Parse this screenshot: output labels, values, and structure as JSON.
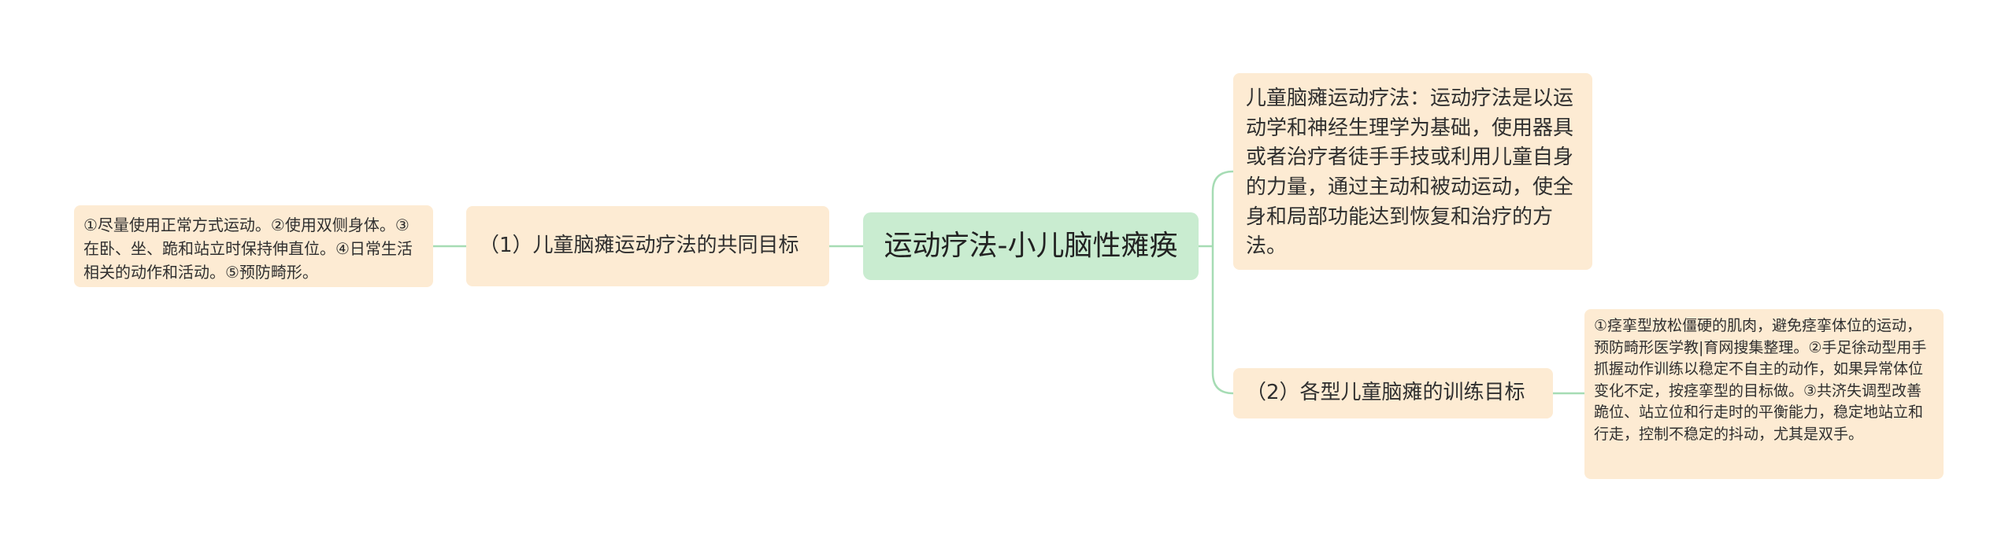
{
  "mindmap": {
    "root": "运动疗法-小儿脑性瘫痪",
    "left": {
      "branch": "（1）儿童脑瘫运动疗法的共同目标",
      "detail": "①尽量使用正常方式运动。②使用双侧身体。③在卧、坐、跪和站立时保持伸直位。④日常生活相关的动作和活动。⑤预防畸形。"
    },
    "right": {
      "definition": "儿童脑瘫运动疗法：运动疗法是以运动学和神经生理学为基础，使用器具或者治疗者徒手手技或利用儿童自身的力量，通过主动和被动运动，使全身和局部功能达到恢复和治疗的方法。",
      "branch": "（2）各型儿童脑瘫的训练目标",
      "detail": "①痉挛型放松僵硬的肌肉，避免痉挛体位的运动，预防畸形医学教|育网搜集整理。②手足徐动型用手抓握动作训练以稳定不自主的动作，如果异常体位变化不定，按痉挛型的目标做。③共济失调型改善跪位、站立位和行走时的平衡能力，稳定地站立和行走，控制不稳定的抖动，尤其是双手。"
    }
  },
  "colors": {
    "root_bg": "#c9ecd0",
    "node_bg": "#fdebd3",
    "connector": "#a6dcb4"
  }
}
